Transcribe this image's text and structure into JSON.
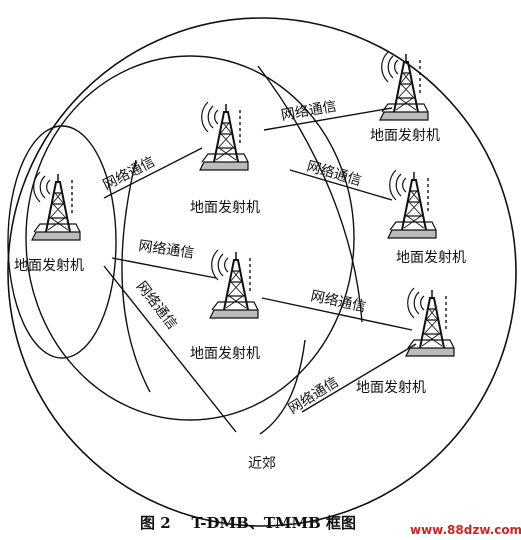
{
  "diagram": {
    "transmitter_label": "地面发射机",
    "network_label": "网络通信",
    "suburb_label": "近郊",
    "caption": "图 2    T-DMB、TMMB 框图",
    "watermark": "www.88dzw.com",
    "icon": "radio-tower-icon"
  }
}
